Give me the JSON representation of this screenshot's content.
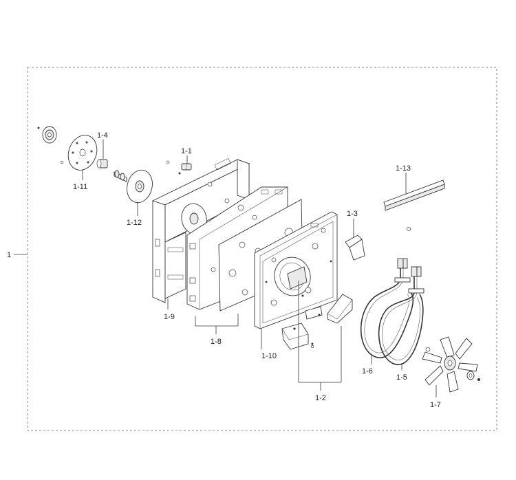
{
  "labels": {
    "assembly": "1",
    "p1_1": "1-1",
    "p1_2": "1-2",
    "p1_3": "1-3",
    "p1_4": "1-4",
    "p1_5": "1-5",
    "p1_6": "1-6",
    "p1_7": "1-7",
    "p1_8": "1-8",
    "p1_9": "1-9",
    "p1_10": "1-10",
    "p1_11": "1-11",
    "p1_12": "1-12",
    "p1_13": "1-13"
  }
}
